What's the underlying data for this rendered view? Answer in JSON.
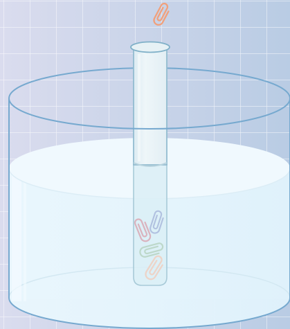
{
  "colors": {
    "background_left": "#dadcee",
    "background_right": "#b9cce4",
    "grid_line": "#ffffff",
    "beaker_outline": "#76a9cf",
    "water_fill": "#e3f3fc",
    "water_surface": "#f0f9fe",
    "test_tube_outline": "#93bcd0",
    "test_tube_fill": "#e8f3f8"
  },
  "paperclips": [
    {
      "name": "falling-paperclip",
      "color": "#f1a07b",
      "submerged": false
    },
    {
      "name": "paperclip-pink",
      "color": "#d9a8b4",
      "submerged": true
    },
    {
      "name": "paperclip-blue",
      "color": "#a9b8dc",
      "submerged": true
    },
    {
      "name": "paperclip-green",
      "color": "#b7d4c2",
      "submerged": true
    },
    {
      "name": "paperclip-peach",
      "color": "#f0cfbf",
      "submerged": true
    }
  ]
}
